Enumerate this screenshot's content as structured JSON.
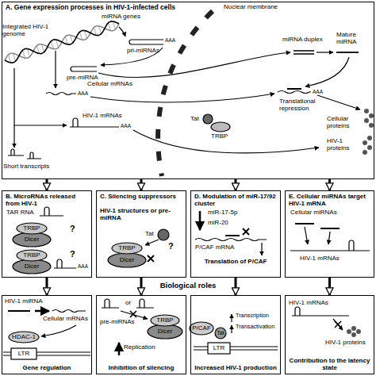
{
  "diagram": {
    "nodes": [
      {
        "text": [
          "A. Gene expression processes in HIV-1-infected cells"
        ]
      },
      {
        "text": [
          "B. MicroRNAs released from HIV-1"
        ]
      },
      {
        "text": [
          "C. Silencing suppressors"
        ]
      },
      {
        "text": [
          "D. Modulation of miR-17/92 cluster"
        ]
      },
      {
        "text": [
          "E. Cellular miRNAs target HIV-1 mRNA"
        ]
      },
      {
        "text": [
          "Gene regulation"
        ]
      },
      {
        "text": [
          "Inhibition of silencing"
        ]
      },
      {
        "text": [
          "Increased HIV-1 production"
        ]
      },
      {
        "text": [
          "Contribution to the latency state"
        ]
      }
    ],
    "edges": [
      {
        "from": 0,
        "to": 1,
        "arrow": "to"
      },
      {
        "from": 0,
        "to": 2,
        "arrow": "to"
      },
      {
        "from": 0,
        "to": 3,
        "arrow": "to"
      },
      {
        "from": 0,
        "to": 4,
        "arrow": "to"
      },
      {
        "from": 1,
        "to": 5,
        "arrow": "to"
      },
      {
        "from": 2,
        "to": 6,
        "arrow": "to"
      },
      {
        "from": 3,
        "to": 7,
        "arrow": "to"
      },
      {
        "from": 4,
        "to": 8,
        "arrow": "to"
      }
    ],
    "labels": [
      "Integrated HIV-1 genome",
      "miRNA genes",
      "Nuclear membrane",
      "pri-miRNAs",
      "AAA",
      "pre-miRNA",
      "miRNA duplex",
      "Mature miRNA",
      "Cellular mRNAs",
      "AAA",
      "Translational repression",
      "AAA",
      "Cellular proteins",
      "HIV-1 mRNAs",
      "AAA",
      "Tat",
      "TRBP",
      "HIV-1 proteins",
      "Short transcripts",
      "TAR RNA",
      "TRBP",
      "Dicer",
      "?",
      "TRBP",
      "Dicer",
      "?",
      "AAA",
      "HIV-1 structures or pre-miRNA",
      "Tat",
      "?",
      "TRBP",
      "Dicer",
      "miR-17-5p",
      "miR-20",
      "P/CAF mRNA",
      "Translation of P/CAF",
      "Cellular miRNAs",
      "HIV-1 mRNAs",
      "Biological roles",
      "HIV-1 miRNA",
      "Cellular mRNAs",
      "HDAC-1",
      "LTR",
      "pre-miRNAs",
      "or",
      "TRBP",
      "Dicer",
      "Replication",
      "Transcription",
      "Transactivation",
      "P/CAF",
      "Tat",
      "LTR",
      "HIV-1 mRNAs",
      "HIV-1 proteins"
    ]
  }
}
